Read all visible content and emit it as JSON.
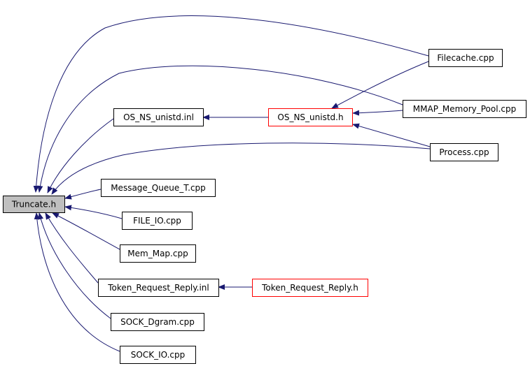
{
  "colors": {
    "edge": "#191970",
    "arrowhead": "#191970",
    "node_border_default": "#000000",
    "node_border_highlight": "#ff0000",
    "root_fill": "#bfbfbf",
    "node_fill": "#ffffff"
  },
  "nodes": [
    {
      "id": "truncate",
      "label": "Truncate.h",
      "style": "root"
    },
    {
      "id": "filecache",
      "label": "Filecache.cpp",
      "style": "default"
    },
    {
      "id": "mmap",
      "label": "MMAP_Memory_Pool.cpp",
      "style": "default"
    },
    {
      "id": "osunistdh",
      "label": "OS_NS_unistd.h",
      "style": "highlight"
    },
    {
      "id": "osunistdi",
      "label": "OS_NS_unistd.inl",
      "style": "default"
    },
    {
      "id": "process",
      "label": "Process.cpp",
      "style": "default"
    },
    {
      "id": "mqt",
      "label": "Message_Queue_T.cpp",
      "style": "default"
    },
    {
      "id": "fileio",
      "label": "FILE_IO.cpp",
      "style": "default"
    },
    {
      "id": "memmap",
      "label": "Mem_Map.cpp",
      "style": "default"
    },
    {
      "id": "trri",
      "label": "Token_Request_Reply.inl",
      "style": "default"
    },
    {
      "id": "trrh",
      "label": "Token_Request_Reply.h",
      "style": "highlight"
    },
    {
      "id": "dgram",
      "label": "SOCK_Dgram.cpp",
      "style": "default"
    },
    {
      "id": "sockio",
      "label": "SOCK_IO.cpp",
      "style": "default"
    }
  ],
  "edges": [
    {
      "from": "filecache",
      "to": "truncate"
    },
    {
      "from": "mmap",
      "to": "truncate"
    },
    {
      "from": "osunistdi",
      "to": "truncate"
    },
    {
      "from": "process",
      "to": "truncate"
    },
    {
      "from": "mqt",
      "to": "truncate"
    },
    {
      "from": "fileio",
      "to": "truncate"
    },
    {
      "from": "memmap",
      "to": "truncate"
    },
    {
      "from": "trri",
      "to": "truncate"
    },
    {
      "from": "dgram",
      "to": "truncate"
    },
    {
      "from": "sockio",
      "to": "truncate"
    },
    {
      "from": "osunistdh",
      "to": "osunistdi"
    },
    {
      "from": "filecache",
      "to": "osunistdh"
    },
    {
      "from": "mmap",
      "to": "osunistdh"
    },
    {
      "from": "process",
      "to": "osunistdh"
    },
    {
      "from": "trrh",
      "to": "trri"
    }
  ]
}
